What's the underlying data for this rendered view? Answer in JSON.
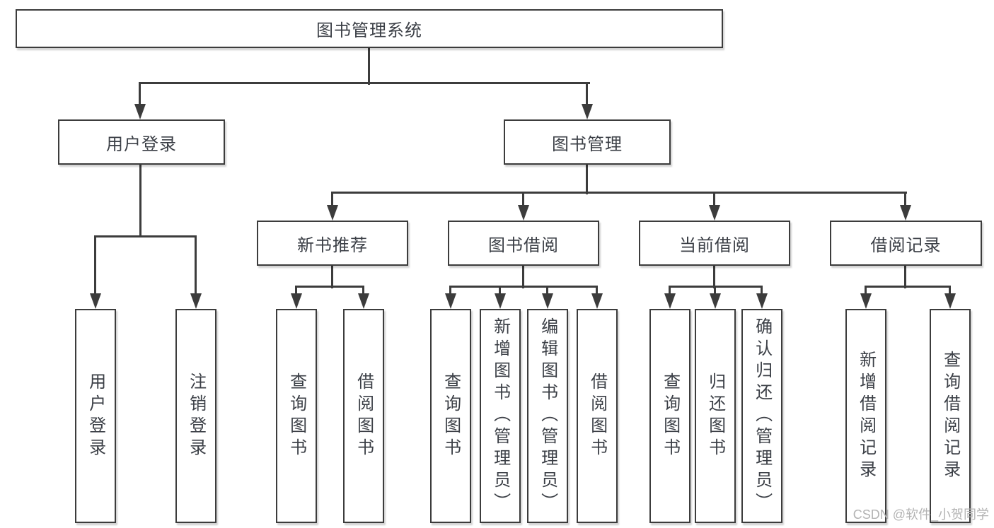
{
  "tree": {
    "root": "图书管理系统",
    "children": [
      {
        "label": "用户登录",
        "leaves": [
          "用户登录",
          "注销登录"
        ]
      },
      {
        "label": "图书管理",
        "children": [
          {
            "label": "新书推荐",
            "leaves": [
              "查询图书",
              "借阅图书"
            ]
          },
          {
            "label": "图书借阅",
            "leaves": [
              "查询图书",
              "新增图书（管理员）",
              "编辑图书（管理员）",
              "借阅图书"
            ]
          },
          {
            "label": "当前借阅",
            "leaves": [
              "查询图书",
              "归还图书",
              "确认归还（管理员）"
            ]
          },
          {
            "label": "借阅记录",
            "leaves": [
              "新增借阅记录",
              "查询借阅记录"
            ]
          }
        ]
      }
    ]
  },
  "watermark": "CSDN @软件_小贺同学",
  "colors": {
    "line": "#3c3c3c",
    "text": "#3b3f46",
    "background": "#ffffff",
    "watermark": "#b3b3b3"
  }
}
